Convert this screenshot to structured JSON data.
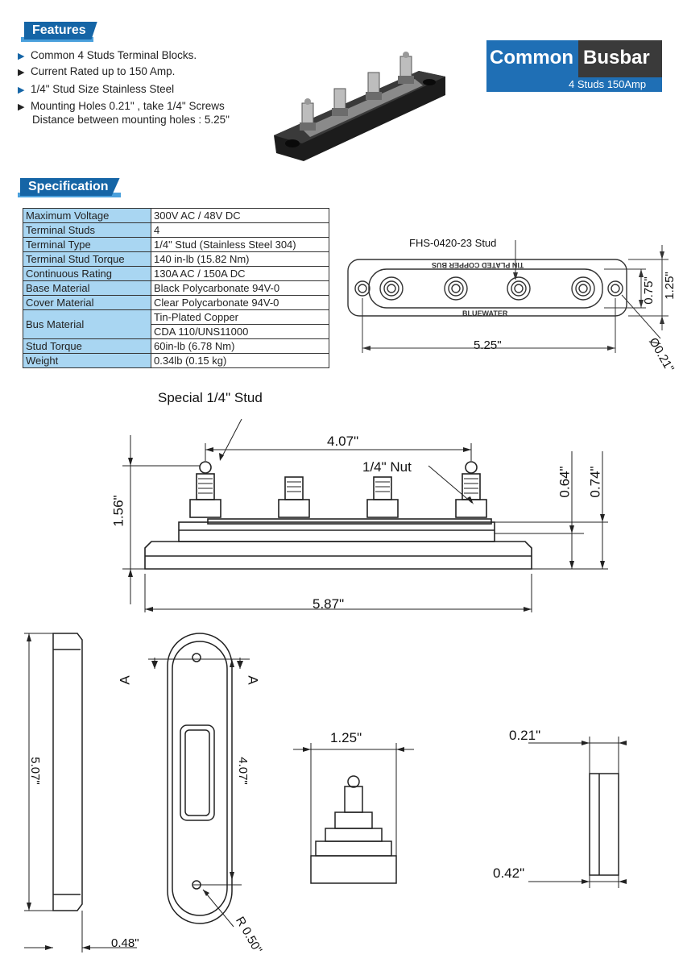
{
  "features": {
    "title": "Features",
    "items": [
      "Common 4 Studs  Terminal Blocks.",
      "Current  Rated up to 150 Amp.",
      "1/4\"  Stud Size Stainless Steel",
      "Mounting Holes  0.21\" , take 1/4\" Screws"
    ],
    "item_extra": "Distance between mounting holes : 5.25\""
  },
  "badge": {
    "word1": "Common",
    "word2": "Busbar",
    "subtitle": "4 Studs 150Amp"
  },
  "spec": {
    "title": "Specification",
    "rows": [
      {
        "key": "Maximum Voltage",
        "value": "300V AC / 48V DC"
      },
      {
        "key": "Terminal Studs",
        "value": "4"
      },
      {
        "key": "Terminal Type",
        "value": "1/4\" Stud (Stainless Steel 304)"
      },
      {
        "key": "Terminal Stud Torque",
        "value": "140 in-lb (15.82 Nm)"
      },
      {
        "key": "Continuous Rating",
        "value": "130A AC / 150A DC"
      },
      {
        "key": "Base Material",
        "value": "Black Polycarbonate 94V-0"
      },
      {
        "key": "Cover  Material",
        "value": "Clear Polycarbonate 94V-0"
      },
      {
        "key": "Bus Material",
        "value": "Tin-Plated Copper",
        "value2": "CDA 110/UNS11000"
      },
      {
        "key": "Stud Torque",
        "value": "60in-lb (6.78 Nm)"
      },
      {
        "key": "Weight",
        "value": "0.34lb (0.15 kg)"
      }
    ]
  },
  "top_view": {
    "stud_label": "FHS-0420-23 Stud",
    "bus_text": "TIN PLATED COPPER BUS",
    "brand": "BLUEWATER",
    "dim_length": "5.25\"",
    "dim_h1": "0.75\"",
    "dim_h2": "1.25\"",
    "dim_hole": "Ø0.21\""
  },
  "side_view": {
    "stud_label": "Special 1/4\" Stud",
    "nut_label": "1/4\" Nut",
    "dim_span": "4.07\"",
    "dim_height": "1.56\"",
    "dim_length": "5.87\"",
    "dim_a": "0.64\"",
    "dim_b": "0.74\""
  },
  "bottom_views": {
    "dim_side_length": "5.07\"",
    "dim_side_width": "0.48\"",
    "dim_cover_len": "4.07\"",
    "dim_radius": "R 0.50\"",
    "section_label": "A",
    "dim_end_width": "1.25\"",
    "dim_sec_top": "0.21\"",
    "dim_sec_bottom": "0.42\""
  }
}
